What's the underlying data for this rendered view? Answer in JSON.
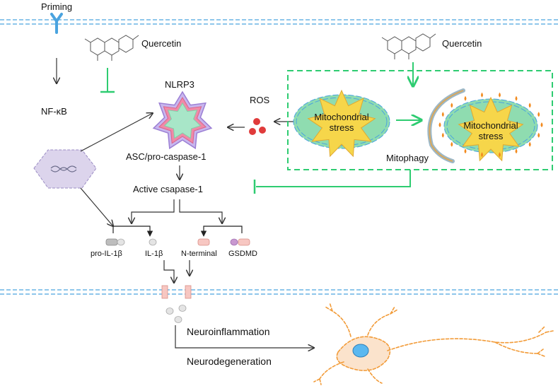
{
  "labels": {
    "priming": "Priming",
    "quercetin_left": "Quercetin",
    "quercetin_right": "Quercetin",
    "nfkb": "NF-κB",
    "nlrp3": "NLRP3",
    "ros": "ROS",
    "mito_stress_1_line1": "Mitochondrial",
    "mito_stress_1_line2": "stress",
    "mito_stress_2_line1": "Mitochondrial",
    "mito_stress_2_line2": "stress",
    "mitophagy": "Mitophagy",
    "asc": "ASC/pro-caspase-1",
    "active_caspase": "Active csapase-1",
    "pro_il1b": "pro-IL-1β",
    "il1b": "IL-1β",
    "n_terminal": "N-terminal",
    "gsdmd": "GSDMD",
    "neuroinflammation": "Neuroinflammation",
    "neurodegeneration": "Neurodegeneration"
  },
  "colors": {
    "membrane": "#4aa3df",
    "inhibit": "#2ecc71",
    "arrow": "#333333",
    "star_outer": "#9b7fd4",
    "star_mid": "#f08aa8",
    "star_inner": "#7fd1a8",
    "mito_fill": "#8fdcb0",
    "mito_star": "#f6d64a",
    "ros": "#e03b3b",
    "neuron": "#f29b38",
    "nucleus": "#5ab8f0",
    "pore": "#f7c7c2"
  }
}
